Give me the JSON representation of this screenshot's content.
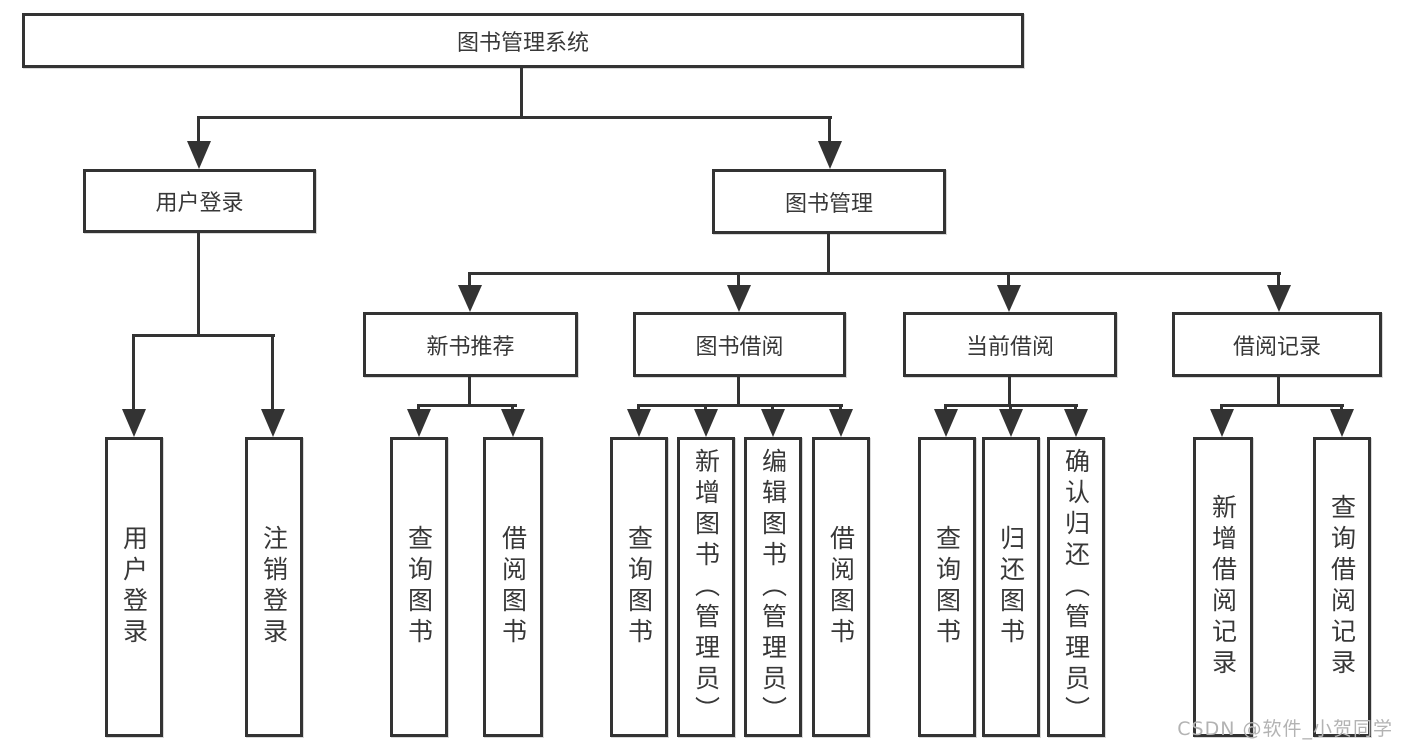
{
  "colors": {
    "line": "#333333",
    "text": "#383838",
    "watermark": "#b3b3b3",
    "background": "#ffffff"
  },
  "nodes": {
    "root": "图书管理系统",
    "login": "用户登录",
    "mgmt": "图书管理",
    "new_books": "新书推荐",
    "borrow": "图书借阅",
    "current": "当前借阅",
    "records": "借阅记录",
    "login_user": "用户登录",
    "login_logout": "注销登录",
    "nb_query": "查询图书",
    "nb_borrow": "借阅图书",
    "bb_query": "查询图书",
    "bb_add": "新增图书（管理员）",
    "bb_edit": "编辑图书（管理员）",
    "bb_borrow": "借阅图书",
    "cb_query": "查询图书",
    "cb_return": "归还图书",
    "cb_confirm": "确认归还（管理员）",
    "br_add": "新增借阅记录",
    "br_query": "查询借阅记录"
  },
  "watermark": "CSDN @软件_小贺同学"
}
